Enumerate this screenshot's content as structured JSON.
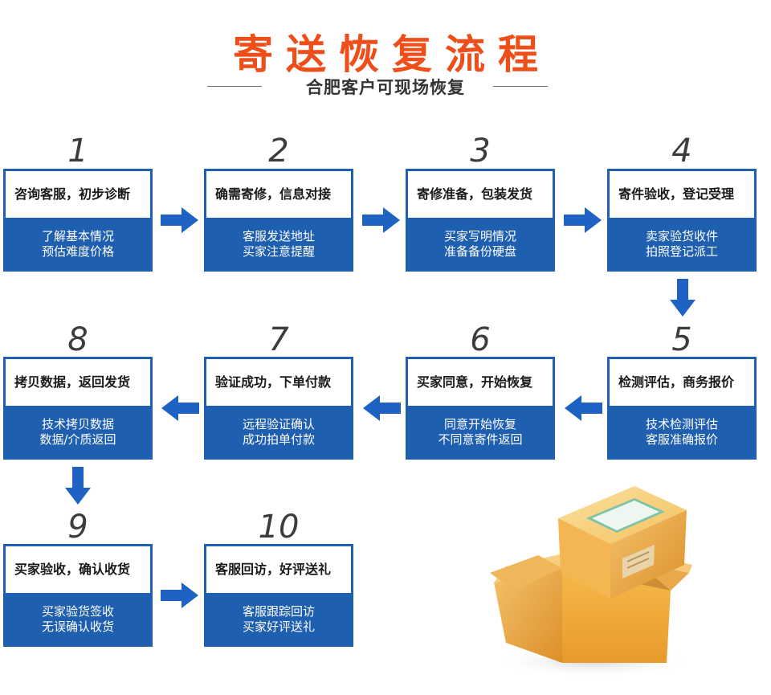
{
  "title": "寄送恢复流程",
  "subtitle": "合肥客户可现场恢复",
  "colors": {
    "accent": "#ee4e1a",
    "box_blue": "#1f5fb0",
    "arrow_blue": "#1e63c4"
  },
  "steps": [
    {
      "num": "1",
      "heading": "咨询客服，初步诊断",
      "line1": "了解基本情况",
      "line2": "预估难度价格"
    },
    {
      "num": "2",
      "heading": "确需寄修，信息对接",
      "line1": "客服发送地址",
      "line2": "买家注意提醒"
    },
    {
      "num": "3",
      "heading": "寄修准备，包装发货",
      "line1": "买家写明情况",
      "line2": "准备备份硬盘"
    },
    {
      "num": "4",
      "heading": "寄件验收，登记受理",
      "line1": "卖家验货收件",
      "line2": "拍照登记派工"
    },
    {
      "num": "5",
      "heading": "检测评估，商务报价",
      "line1": "技术检测评估",
      "line2": "客服准确报价"
    },
    {
      "num": "6",
      "heading": "买家同意，开始恢复",
      "line1": "同意开始恢复",
      "line2": "不同意寄件返回"
    },
    {
      "num": "7",
      "heading": "验证成功，下单付款",
      "line1": "远程验证确认",
      "line2": "成功拍单付款"
    },
    {
      "num": "8",
      "heading": "拷贝数据，返回发货",
      "line1": "技术拷贝数据",
      "line2": "数据/介质返回"
    },
    {
      "num": "9",
      "heading": "买家验收，确认收货",
      "line1": "买家验货签收",
      "line2": "无误确认收货"
    },
    {
      "num": "10",
      "heading": "客服回访，好评送礼",
      "line1": "客服跟踪回访",
      "line2": "买家好评送礼"
    }
  ]
}
